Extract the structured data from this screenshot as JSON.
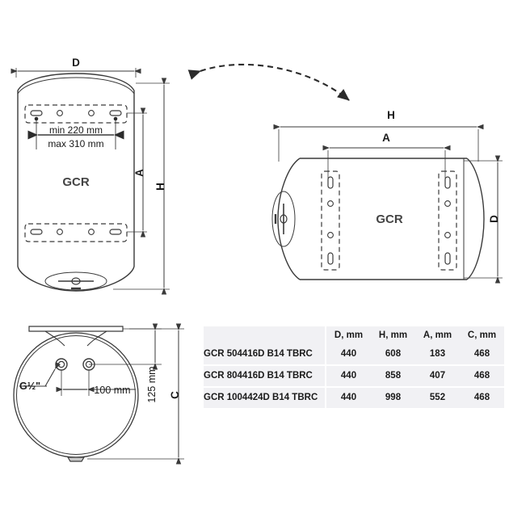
{
  "document": {
    "kind": "technical-dimension-drawing",
    "product_label": "GCR"
  },
  "views": {
    "vertical": {
      "name": "vertical-wall-mount-view",
      "body_label": "GCR",
      "dimensions": {
        "width": "D",
        "total_height": "H",
        "bracket_span": "A"
      },
      "bracket_notes": {
        "min": "min 220 mm",
        "max": "max 310 mm"
      }
    },
    "horizontal": {
      "name": "horizontal-wall-mount-view",
      "body_label": "GCR",
      "dimensions": {
        "total_length": "H",
        "bracket_span": "A",
        "diameter": "D"
      }
    },
    "bottom": {
      "name": "bottom-end-view",
      "dimensions": {
        "diameter": "C",
        "port_height": "125 mm",
        "port_spacing": "100 mm"
      },
      "port_thread": "G½\""
    },
    "rotation_arrow": {
      "name": "orientation-rotation-arrow",
      "style": "dashed double-headed curve"
    }
  },
  "table": {
    "columns": [
      "",
      "D, mm",
      "H, mm",
      "A, mm",
      "C, mm"
    ],
    "rows": [
      {
        "model": "GCR 504416D B14 TBRC",
        "D": "440",
        "H": "608",
        "A": "183",
        "C": "468"
      },
      {
        "model": "GCR 804416D B14 TBRC",
        "D": "440",
        "H": "858",
        "A": "407",
        "C": "468"
      },
      {
        "model": "GCR 1004424D B14 TBRC",
        "D": "440",
        "H": "998",
        "A": "552",
        "C": "468"
      }
    ]
  },
  "colors": {
    "line": "#3a3a3a",
    "text": "#1a1a1a",
    "table_bg": "#f1f1f4",
    "table_sep": "#ffffff"
  }
}
